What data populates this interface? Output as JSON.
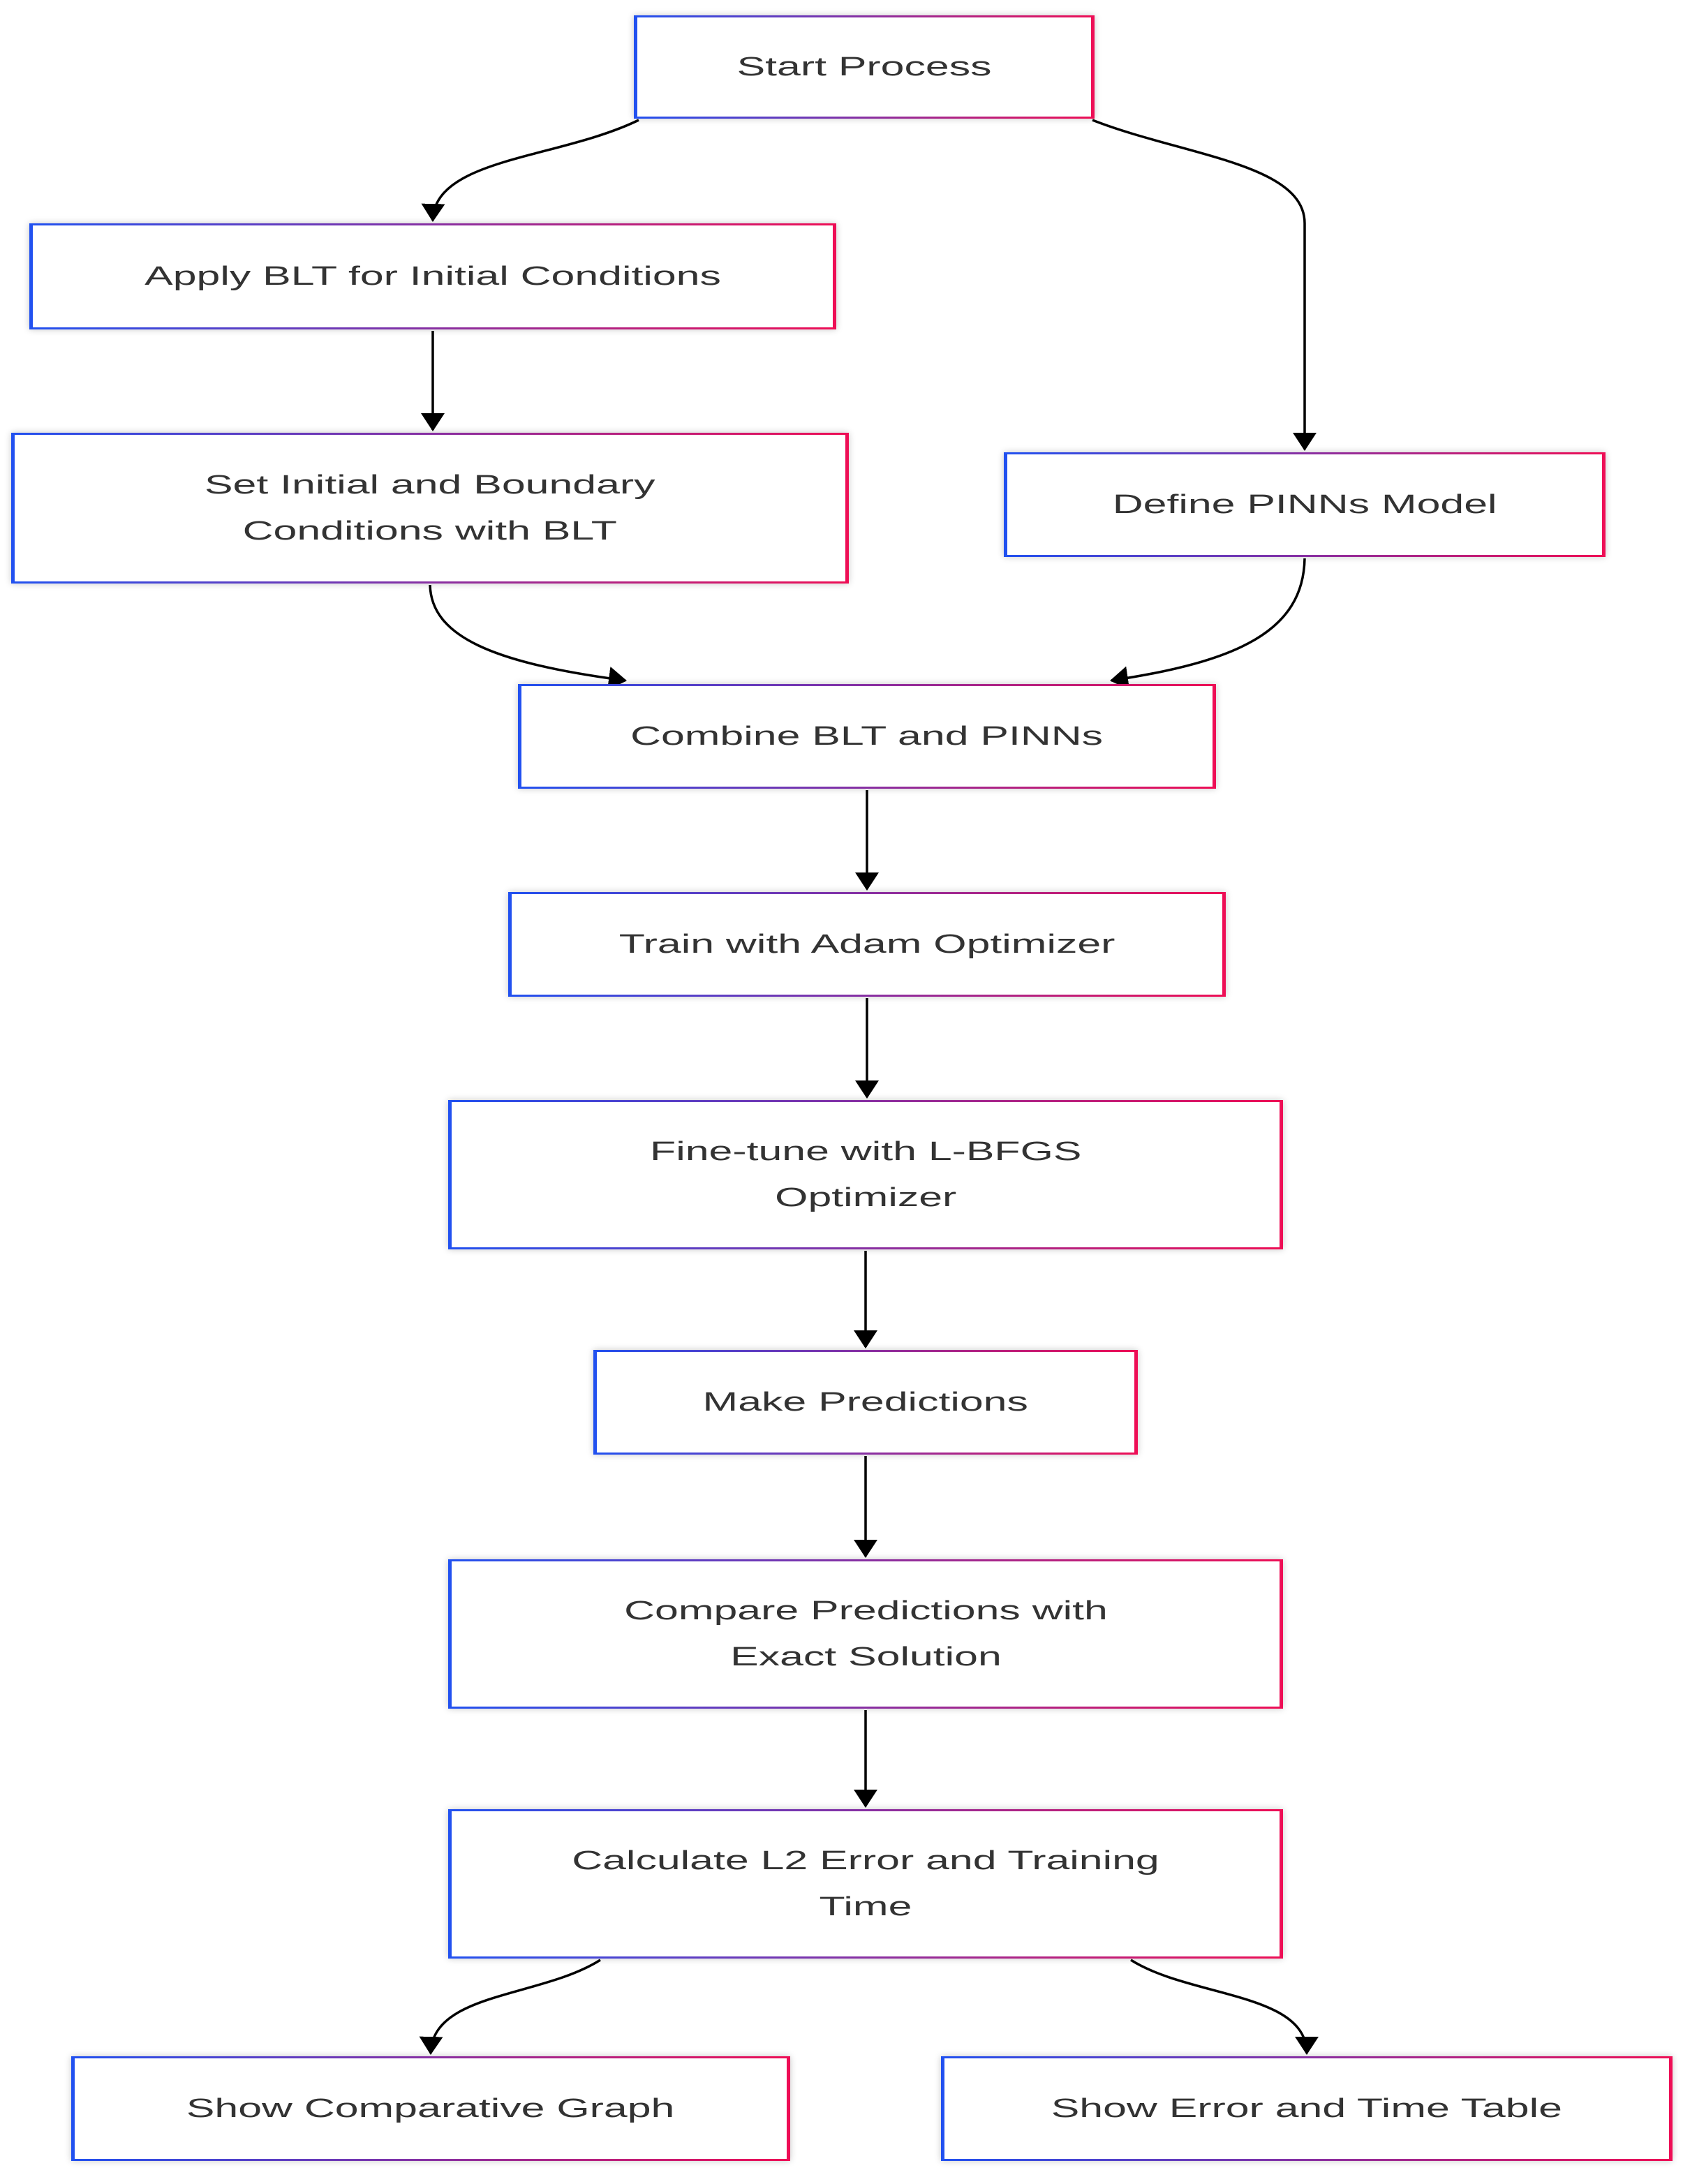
{
  "diagram": {
    "type": "flowchart",
    "background_color": "#ffffff",
    "node_fill": "#ffffff",
    "node_border_gradient_left": "#2151f0",
    "node_border_gradient_right": "#ee0e55",
    "text_color": "#333333",
    "arrow_color": "#000000",
    "nodes": [
      {
        "id": "start_process",
        "label": "Start Process"
      },
      {
        "id": "apply_blt",
        "label": "Apply BLT for Initial Conditions"
      },
      {
        "id": "set_conditions",
        "label": "Set Initial and Boundary\nConditions with BLT"
      },
      {
        "id": "define_pinns",
        "label": "Define PINNs Model"
      },
      {
        "id": "combine_blt_pinns",
        "label": "Combine BLT and PINNs"
      },
      {
        "id": "train_adam",
        "label": "Train with Adam Optimizer"
      },
      {
        "id": "finetune_lbfgs",
        "label": "Fine-tune with L-BFGS\nOptimizer"
      },
      {
        "id": "make_predictions",
        "label": "Make Predictions"
      },
      {
        "id": "compare_exact",
        "label": "Compare Predictions with\nExact Solution"
      },
      {
        "id": "calculate_l2",
        "label": "Calculate L2 Error and Training\nTime"
      },
      {
        "id": "show_graph",
        "label": "Show Comparative Graph"
      },
      {
        "id": "show_table",
        "label": "Show Error and Time Table"
      }
    ],
    "edges": [
      {
        "from": "start_process",
        "to": "apply_blt"
      },
      {
        "from": "start_process",
        "to": "define_pinns"
      },
      {
        "from": "apply_blt",
        "to": "set_conditions"
      },
      {
        "from": "set_conditions",
        "to": "combine_blt_pinns"
      },
      {
        "from": "define_pinns",
        "to": "combine_blt_pinns"
      },
      {
        "from": "combine_blt_pinns",
        "to": "train_adam"
      },
      {
        "from": "train_adam",
        "to": "finetune_lbfgs"
      },
      {
        "from": "finetune_lbfgs",
        "to": "make_predictions"
      },
      {
        "from": "make_predictions",
        "to": "compare_exact"
      },
      {
        "from": "compare_exact",
        "to": "calculate_l2"
      },
      {
        "from": "calculate_l2",
        "to": "show_graph"
      },
      {
        "from": "calculate_l2",
        "to": "show_table"
      }
    ]
  }
}
